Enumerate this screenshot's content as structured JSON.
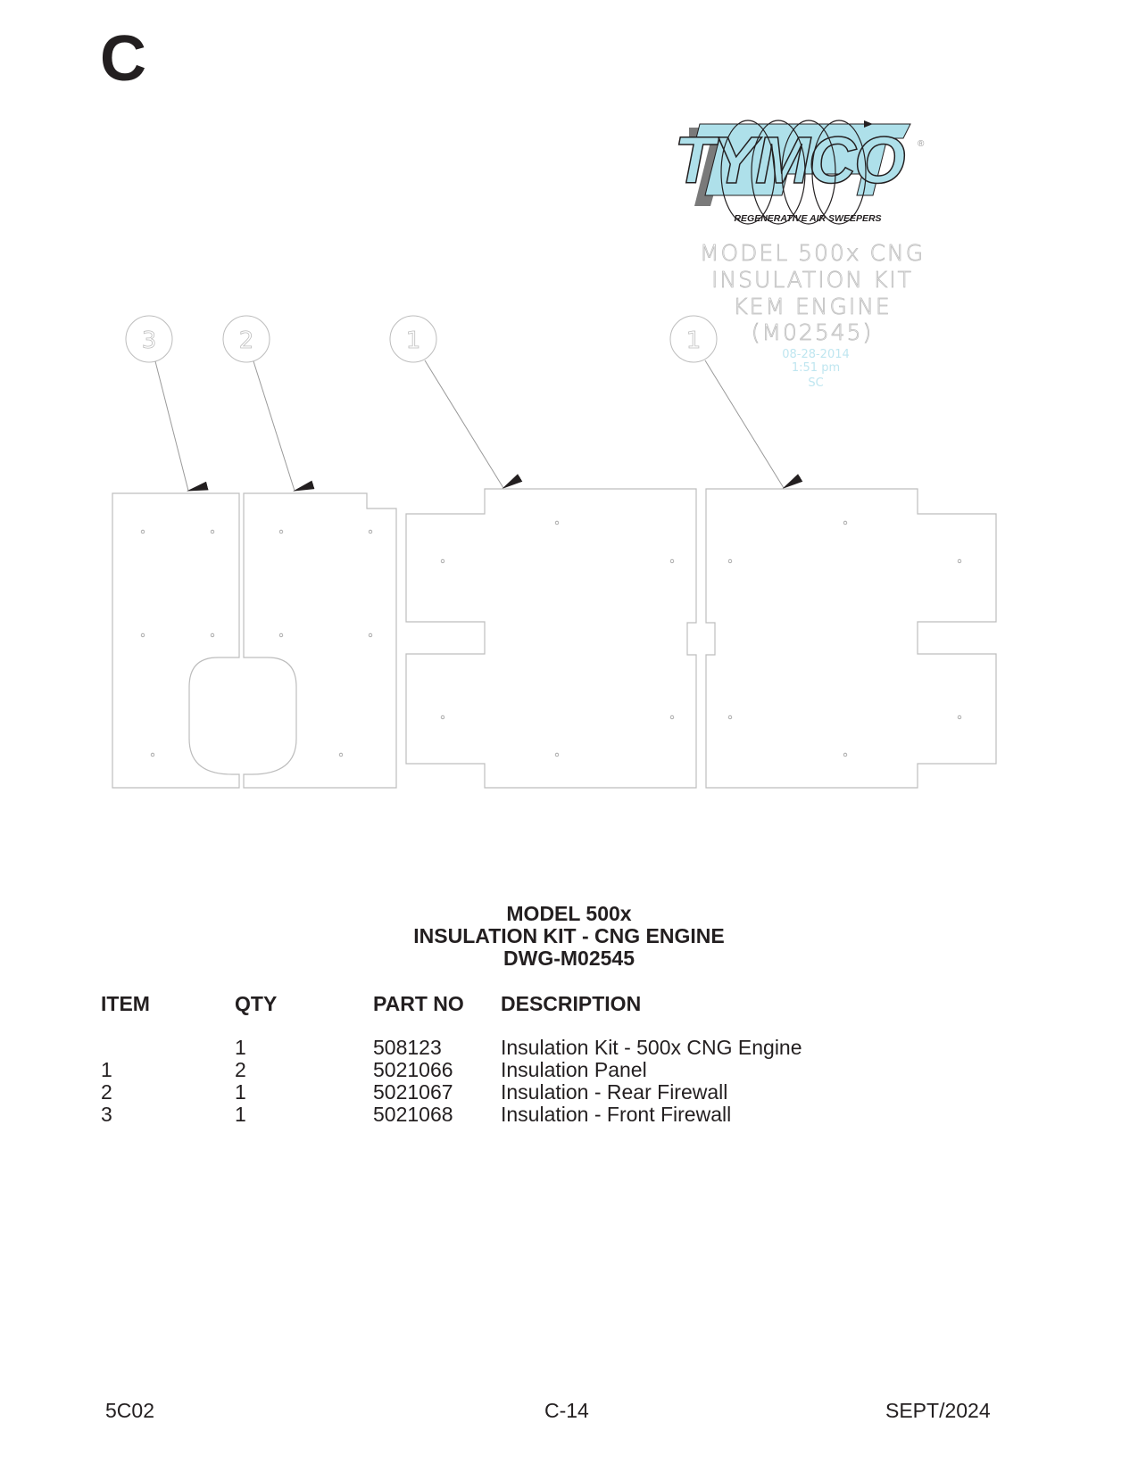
{
  "page": {
    "section_letter": "C"
  },
  "logo": {
    "brand": "TYMCO",
    "tagline": "REGENERATIVE AIR SWEEPERS",
    "registered_mark": "®",
    "colors": {
      "fill": "#aee0ea",
      "shadow": "#7a7a7a",
      "outline": "#231f20"
    }
  },
  "drawing_stamp": {
    "line1": "MODEL 500x CNG",
    "line2": "INSULATION KIT",
    "line3": "KEM ENGINE",
    "line4": "(M02545)",
    "date": "08-28-2014",
    "time": "1:51 pm",
    "initials": "SC",
    "stamp_color": "#bdbdbd",
    "date_color": "#bfe6f0"
  },
  "callouts": [
    {
      "label": "3",
      "target": "front-firewall"
    },
    {
      "label": "2",
      "target": "rear-firewall"
    },
    {
      "label": "1",
      "target": "insulation-panel-left"
    },
    {
      "label": "1",
      "target": "insulation-panel-right"
    }
  ],
  "title": {
    "line1": "MODEL 500x",
    "line2": "INSULATION KIT - CNG ENGINE",
    "line3": "DWG-M02545"
  },
  "parts_table": {
    "headers": {
      "item": "ITEM",
      "qty": "QTY",
      "part_no": "PART NO",
      "description": "DESCRIPTION"
    },
    "rows": [
      {
        "item": "",
        "qty": "1",
        "part_no": "508123",
        "description": "Insulation Kit - 500x CNG Engine"
      },
      {
        "item": "1",
        "qty": "2",
        "part_no": "5021066",
        "description": "Insulation Panel"
      },
      {
        "item": "2",
        "qty": "1",
        "part_no": "5021067",
        "description": "Insulation - Rear Firewall"
      },
      {
        "item": "3",
        "qty": "1",
        "part_no": "5021068",
        "description": "Insulation - Front Firewall"
      }
    ]
  },
  "footer": {
    "left": "5C02",
    "center": "C-14",
    "right": "SEPT/2024"
  }
}
